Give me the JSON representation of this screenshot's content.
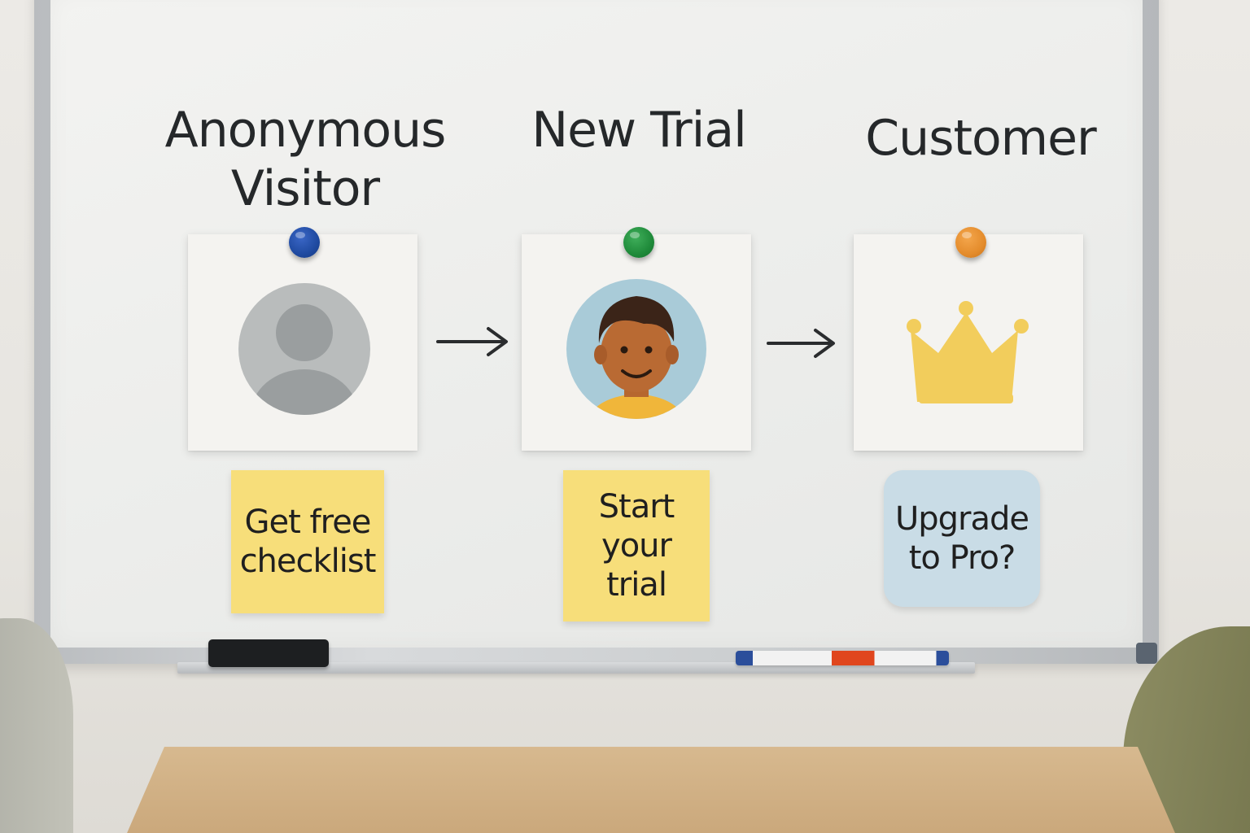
{
  "stages": [
    {
      "title": "Anonymous\nVisitor",
      "icon": "anonymous-user-icon",
      "magnet_color": "#1f4aa0",
      "note": "Get free\nchecklist",
      "note_color": "#f7de7a"
    },
    {
      "title": "New Trial",
      "icon": "smiling-person-icon",
      "magnet_color": "#1f8a3a",
      "note": "Start\nyour\ntrial",
      "note_color": "#f7de7a"
    },
    {
      "title": "Customer",
      "icon": "crown-icon",
      "magnet_color": "#e48c2c",
      "note": "Upgrade\nto Pro?",
      "note_color": "#c9dce6"
    }
  ],
  "colors": {
    "board": "#eeeeec",
    "sticky_yellow": "#f7de7a",
    "sticky_blue": "#c9dce6",
    "crown": "#f2cd5c",
    "anon_avatar": "#9fa2a3",
    "trial_avatar_bg": "#a9cbd8"
  }
}
